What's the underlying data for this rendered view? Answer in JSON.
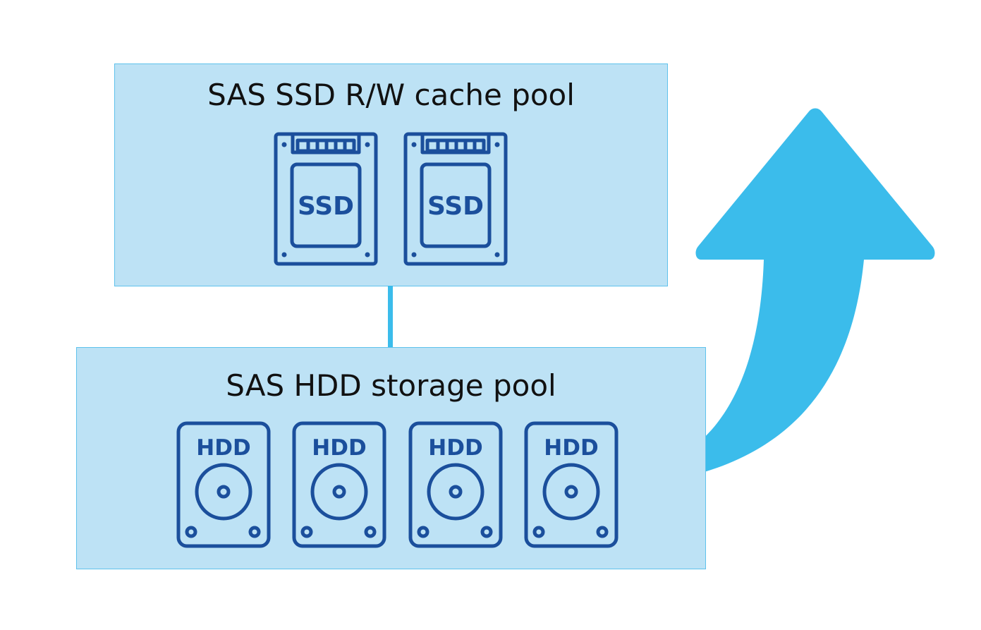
{
  "cache_pool": {
    "title": "SAS SSD R/W cache pool",
    "drives": [
      {
        "label": "SSD",
        "icon": "ssd-icon"
      },
      {
        "label": "SSD",
        "icon": "ssd-icon"
      }
    ]
  },
  "storage_pool": {
    "title": "SAS HDD storage pool",
    "drives": [
      {
        "label": "HDD",
        "icon": "hdd-icon"
      },
      {
        "label": "HDD",
        "icon": "hdd-icon"
      },
      {
        "label": "HDD",
        "icon": "hdd-icon"
      },
      {
        "label": "HDD",
        "icon": "hdd-icon"
      }
    ]
  },
  "colors": {
    "pool_fill": "#bde2f5",
    "pool_border": "#5fc2ec",
    "drive_stroke": "#1b4f9c",
    "arrow": "#3bbceb",
    "connector": "#3bbceb"
  }
}
